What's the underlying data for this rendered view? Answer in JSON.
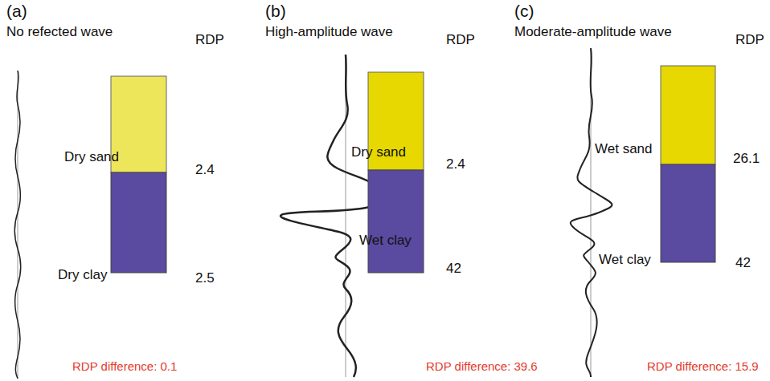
{
  "diagram": {
    "labels": [
      "(a)",
      "No refected wave",
      "RDP",
      "Dry sand",
      "2.4",
      "Dry clay",
      "2.5",
      "RDP difference: 0.1",
      "(b)",
      "High-amplitude wave",
      "RDP",
      "Dry sand",
      "2.4",
      "Wet clay",
      "42",
      "RDP difference: 39.6",
      "(c)",
      "Moderate-amplitude wave",
      "RDP",
      "Wet sand",
      "26.1",
      "Wet clay",
      "42",
      "RDP difference: 15.9"
    ]
  }
}
